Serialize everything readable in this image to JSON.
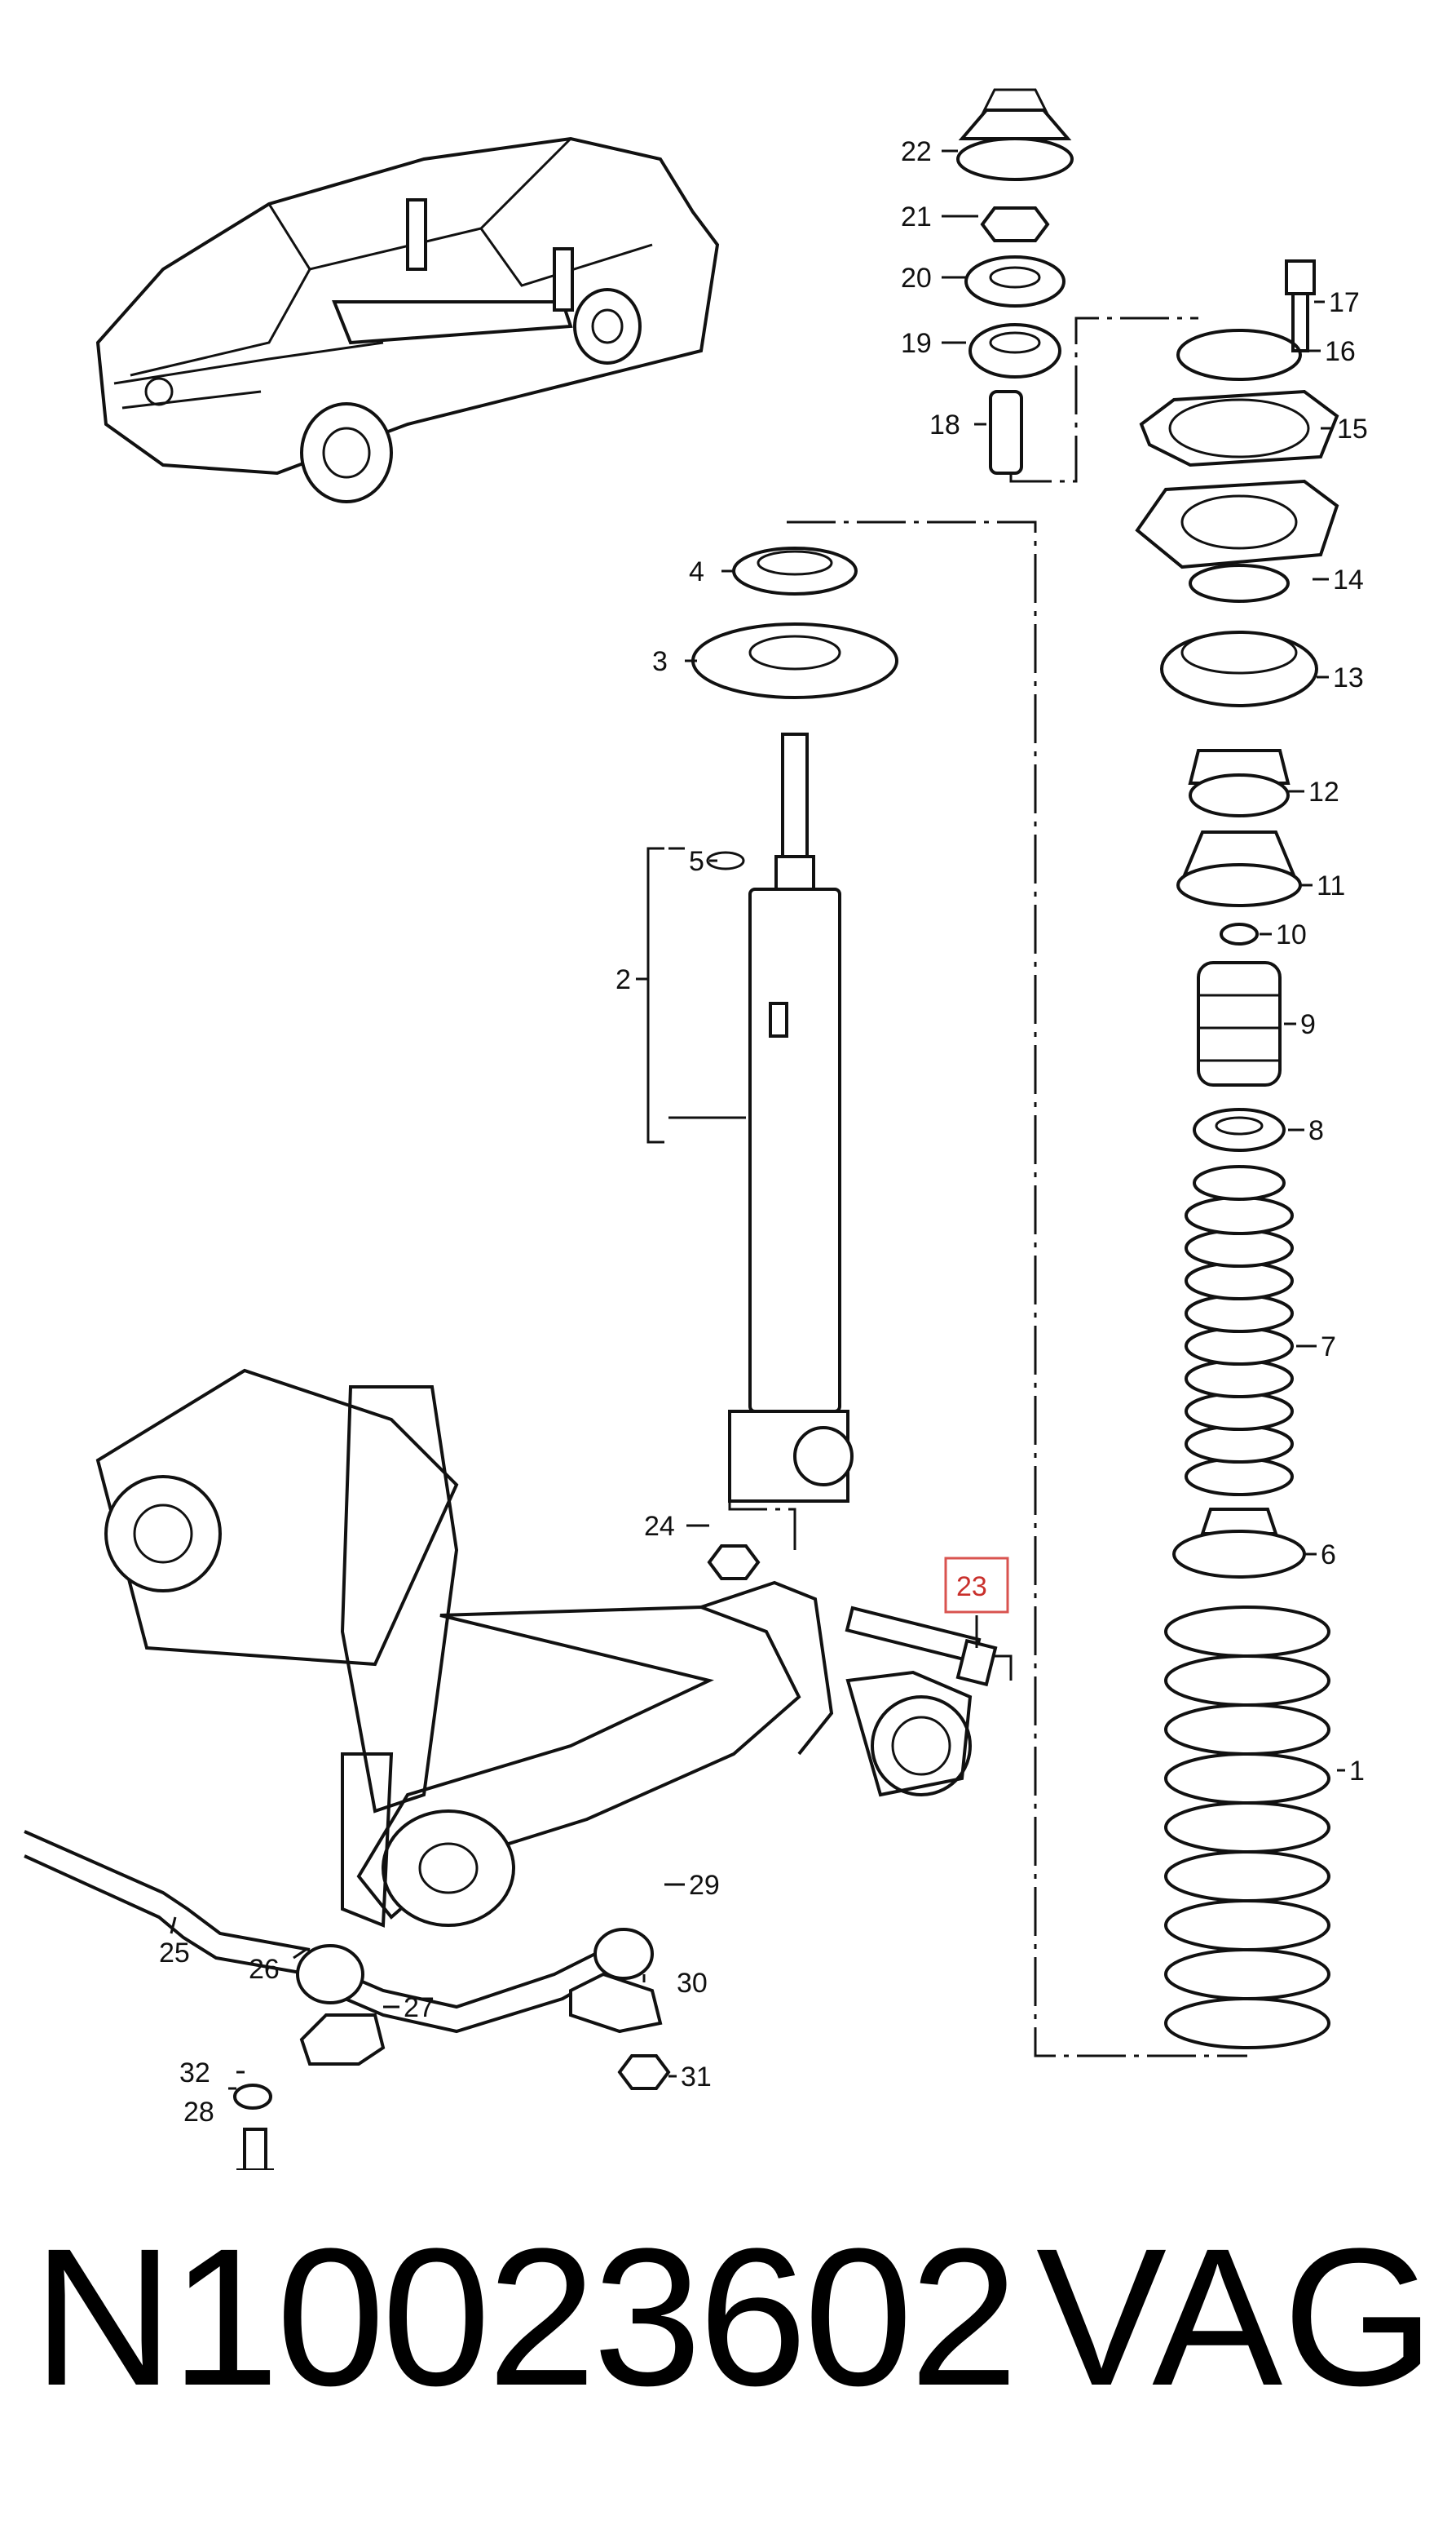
{
  "callouts": [
    "1",
    "2",
    "3",
    "4",
    "5",
    "6",
    "7",
    "8",
    "9",
    "10",
    "11",
    "12",
    "13",
    "14",
    "15",
    "16",
    "17",
    "18",
    "19",
    "20",
    "21",
    "22",
    "23",
    "24",
    "25",
    "26",
    "27",
    "28",
    "29",
    "30",
    "31",
    "32"
  ],
  "highlighted_callout": "23",
  "highlight_color": "#d9534f",
  "footer": {
    "part_number": "N10023602",
    "brand": "VAG"
  }
}
